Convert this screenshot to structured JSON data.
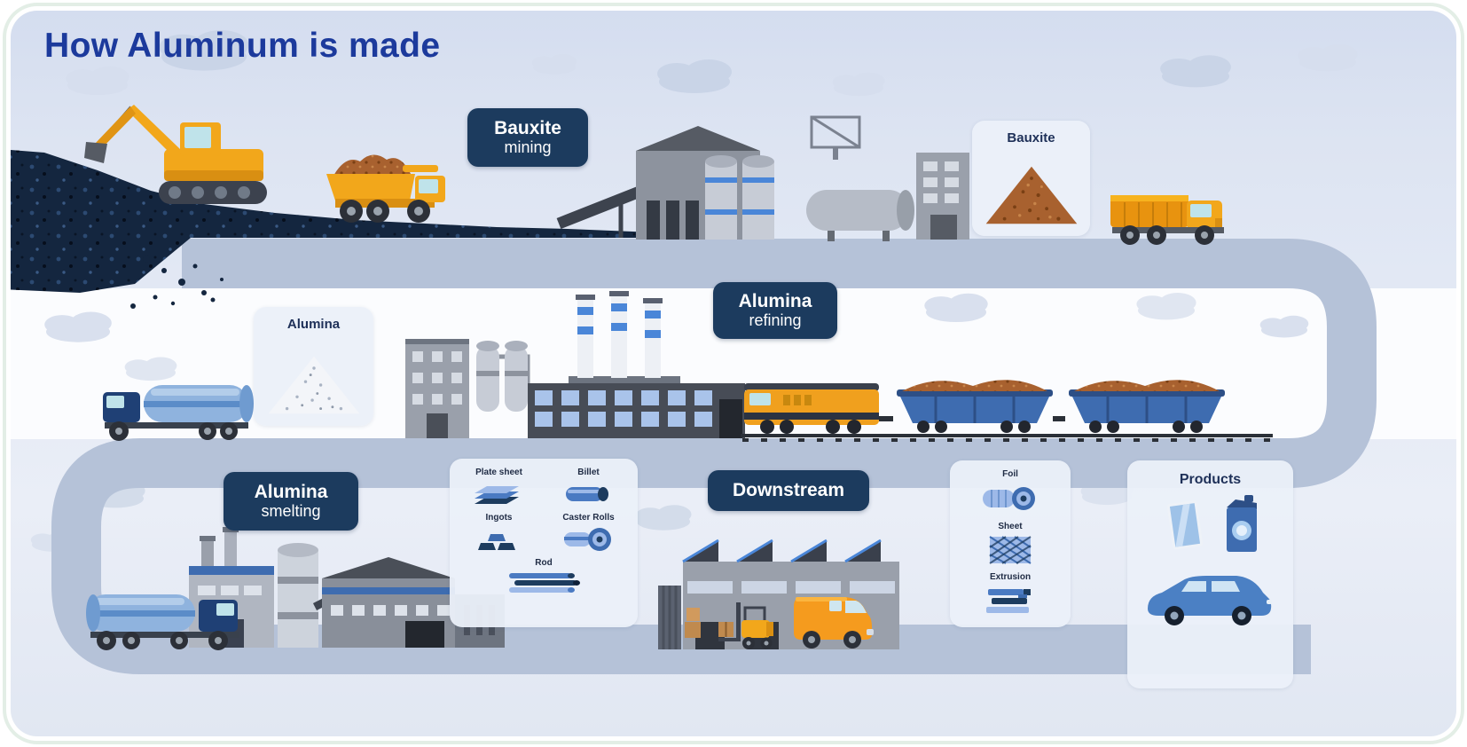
{
  "title": "How Aluminum is made",
  "colors": {
    "title_text": "#1c3a9c",
    "badge_background": "#1c3b5e",
    "badge_text": "#ffffff",
    "road": "#b5c2d8",
    "canvas_background": "#e3e9f4",
    "card_background": "#ebf0f9",
    "accent_blue": "#3e6cb0",
    "accent_yellow": "#f2a71b",
    "ore_brown": "#a8612f",
    "terrain_navy": "#14263f"
  },
  "badges": {
    "bauxite_mining": {
      "line1": "Bauxite",
      "line2": "mining"
    },
    "alumina_refining": {
      "line1": "Alumina",
      "line2": "refining"
    },
    "alumina_smelting": {
      "line1": "Alumina",
      "line2": "smelting"
    },
    "downstream": {
      "line1": "Downstream"
    }
  },
  "cards": {
    "bauxite": {
      "label": "Bauxite"
    },
    "alumina": {
      "label": "Alumina"
    },
    "semi_products": {
      "items": [
        {
          "label": "Plate sheet"
        },
        {
          "label": "Billet"
        },
        {
          "label": "Ingots"
        },
        {
          "label": "Caster Rolls"
        },
        {
          "label": "Rod"
        }
      ]
    },
    "downstream_products": {
      "items": [
        {
          "label": "Foil"
        },
        {
          "label": "Sheet"
        },
        {
          "label": "Extrusion"
        }
      ]
    },
    "products": {
      "label": "Products"
    }
  }
}
